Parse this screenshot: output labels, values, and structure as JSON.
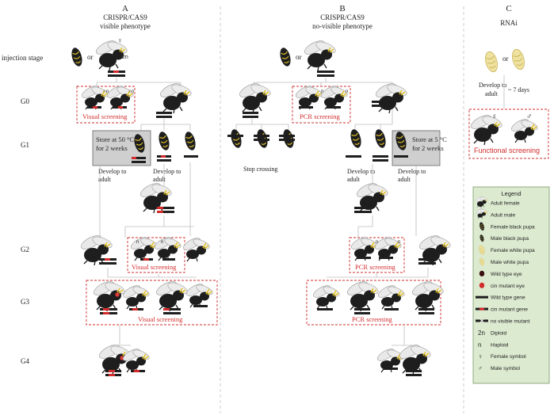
{
  "panels": {
    "a": {
      "letter": "A",
      "title1": "CRISPR/CAS9",
      "title2": "visible phenotype"
    },
    "b": {
      "letter": "B",
      "title1": "CRISPR/CAS9",
      "title2": "no-visible phenotype"
    },
    "c": {
      "letter": "C",
      "title1": "RNAi"
    }
  },
  "rows": {
    "injection": "injection stage",
    "g0": "G0",
    "g1": "G1",
    "g2": "G2",
    "g3": "G3",
    "g4": "G4"
  },
  "labels": {
    "or": "or",
    "two_n": "2n",
    "n": "n",
    "visual_screening": "Visual screening",
    "pcr_screening": "PCR screening",
    "functional_screening": "Functional screening",
    "store_50_line1": "Store at 50 °C",
    "store_5_line1": "Store at 5 °C",
    "store_line2": "for 2 weeks",
    "develop_line1": "Develop to",
    "develop_line2": "adult",
    "stop_crossing": "Stop crossing",
    "seven_days": "~ 7 days",
    "female_symbol": "♀",
    "male_symbol": "♂"
  },
  "legend": {
    "title": "Legend",
    "items": [
      {
        "icon": "adult-female-icon",
        "label": "Adult female"
      },
      {
        "icon": "adult-male-icon",
        "label": "Adult male"
      },
      {
        "icon": "female-black-pupa-icon",
        "label": "Female black pupa"
      },
      {
        "icon": "male-black-pupa-icon",
        "label": "Male black pupa"
      },
      {
        "icon": "female-white-pupa-icon",
        "label": "Female white pupa"
      },
      {
        "icon": "male-white-pupa-icon",
        "label": "Male white pupa"
      },
      {
        "icon": "wild-type-eye-icon",
        "label": "Wild type eye"
      },
      {
        "icon": "cin-mutant-eye-icon",
        "label": "cin mutant eye"
      },
      {
        "icon": "wild-type-gene-icon",
        "label": "Wild type gene"
      },
      {
        "icon": "cin-mutant-gene-icon",
        "label": "cin mutant gene"
      },
      {
        "icon": "no-visible-mutant-icon",
        "label": "no visible mutant"
      },
      {
        "icon": "diploid-2n-icon",
        "label": "Diploid"
      },
      {
        "icon": "haploid-n-icon",
        "label": "Haploid"
      },
      {
        "icon": "female-symbol-icon",
        "label": "Female symbol"
      },
      {
        "icon": "male-symbol-icon",
        "label": "Male symbol"
      }
    ],
    "symbols": {
      "diploid": "2n",
      "haploid": "n",
      "female": "♀",
      "male": "♂"
    }
  },
  "colors": {
    "accent_red": "#d22b2b",
    "wasp_body": "#1e1e1e",
    "wing": "#e6e6e6",
    "yellow": "#e6c62a",
    "white_pupa": "#efe2a0",
    "legend_bg": "#dcead0",
    "legend_border": "#7a9a6a",
    "store_box": "#cfcfcf"
  }
}
